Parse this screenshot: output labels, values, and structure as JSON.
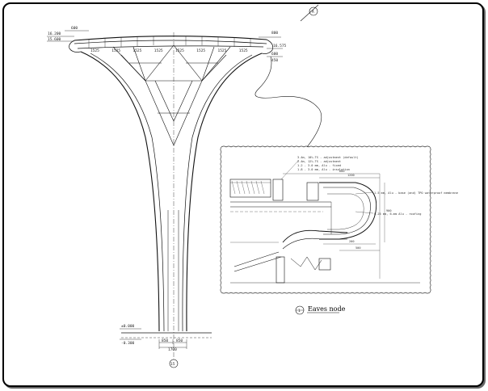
{
  "drawing": {
    "elevations": {
      "top_left_1": "16.200",
      "top_left_2": "15.600",
      "top_right": "16.575",
      "ground": "±0.000",
      "below_ground": "-0.300"
    },
    "dims": {
      "top_left": "600",
      "top_right": "800",
      "right_low_1": "600",
      "right_low_2": "450",
      "base_left": "850",
      "base_right": "850",
      "base_total": "1700",
      "truss": [
        "1525",
        "1525",
        "1525",
        "1525",
        "1525",
        "1525",
        "1525",
        "1525"
      ]
    },
    "axis_bubble": "15",
    "section_marker": "A",
    "detail_caption": "Eaves node",
    "detail_marker": "1",
    "detail_notes": [
      "3.4m, 10%-TS - adjustment (default)",
      "2.4m, 12%-TS - adjustment",
      "1.2 - 3.0 mm, Alu - fixed",
      "1.8 - 3.0 mm, Alu - insulation"
    ],
    "detail_right_notes": [
      "1.5 mm, Alu - base (and) TPO waterproof membrane",
      "0.25 mm, 6-mm Alu - roofing"
    ],
    "detail_dims": [
      "600",
      "1200",
      "900",
      "200",
      "500"
    ]
  }
}
